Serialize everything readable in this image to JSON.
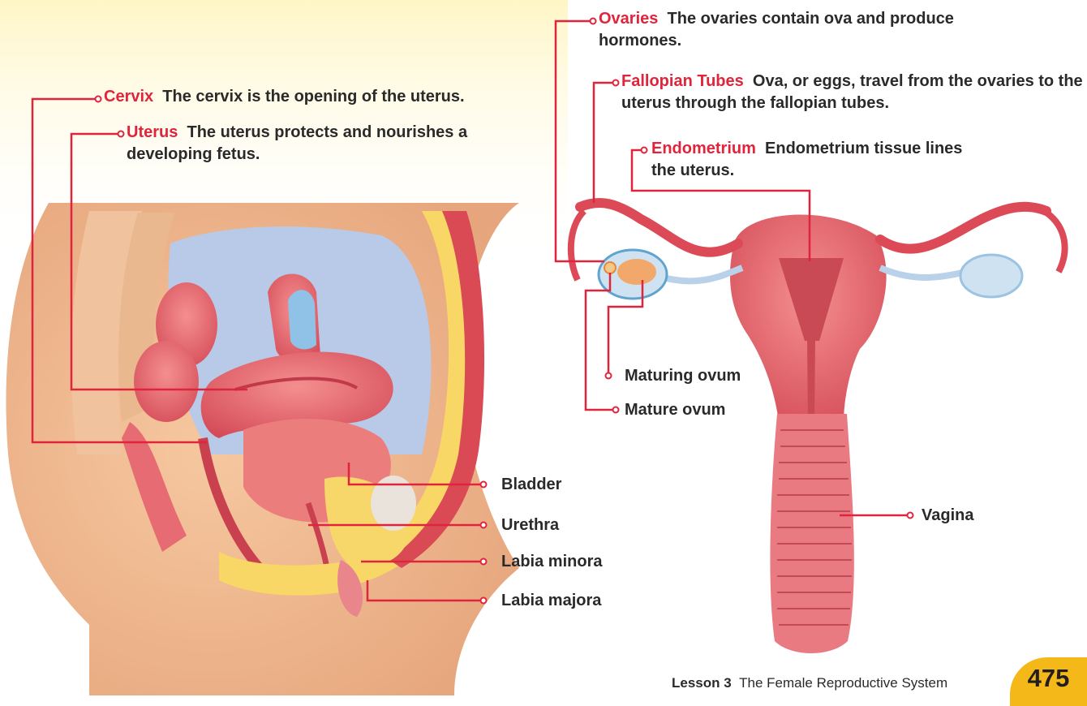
{
  "colors": {
    "accent": "#e0243c",
    "leader": "#e0243c",
    "highlight": "#fff4c2",
    "page_tab": "#f5b819"
  },
  "callouts": {
    "cervix": {
      "term": "Cervix",
      "desc": "The cervix is the opening of the uterus."
    },
    "uterus": {
      "term": "Uterus",
      "desc": "The uterus protects and nourishes a developing fetus."
    },
    "ovaries": {
      "term": "Ovaries",
      "desc": "The ovaries contain ova and produce hormones."
    },
    "fallopian": {
      "term": "Fallopian Tubes",
      "desc": "Ova, or eggs, travel from the ovaries to the uterus through the fallopian tubes."
    },
    "endometrium": {
      "term": "Endometrium",
      "desc": "Endometrium tissue lines the uterus."
    }
  },
  "labels": {
    "bladder": "Bladder",
    "urethra": "Urethra",
    "labia_minora": "Labia minora",
    "labia_majora": "Labia majora",
    "maturing_ovum": "Maturing ovum",
    "mature_ovum": "Mature ovum",
    "vagina": "Vagina"
  },
  "footer": {
    "lesson": "Lesson 3",
    "title": "The Female Reproductive System",
    "page": "475"
  }
}
